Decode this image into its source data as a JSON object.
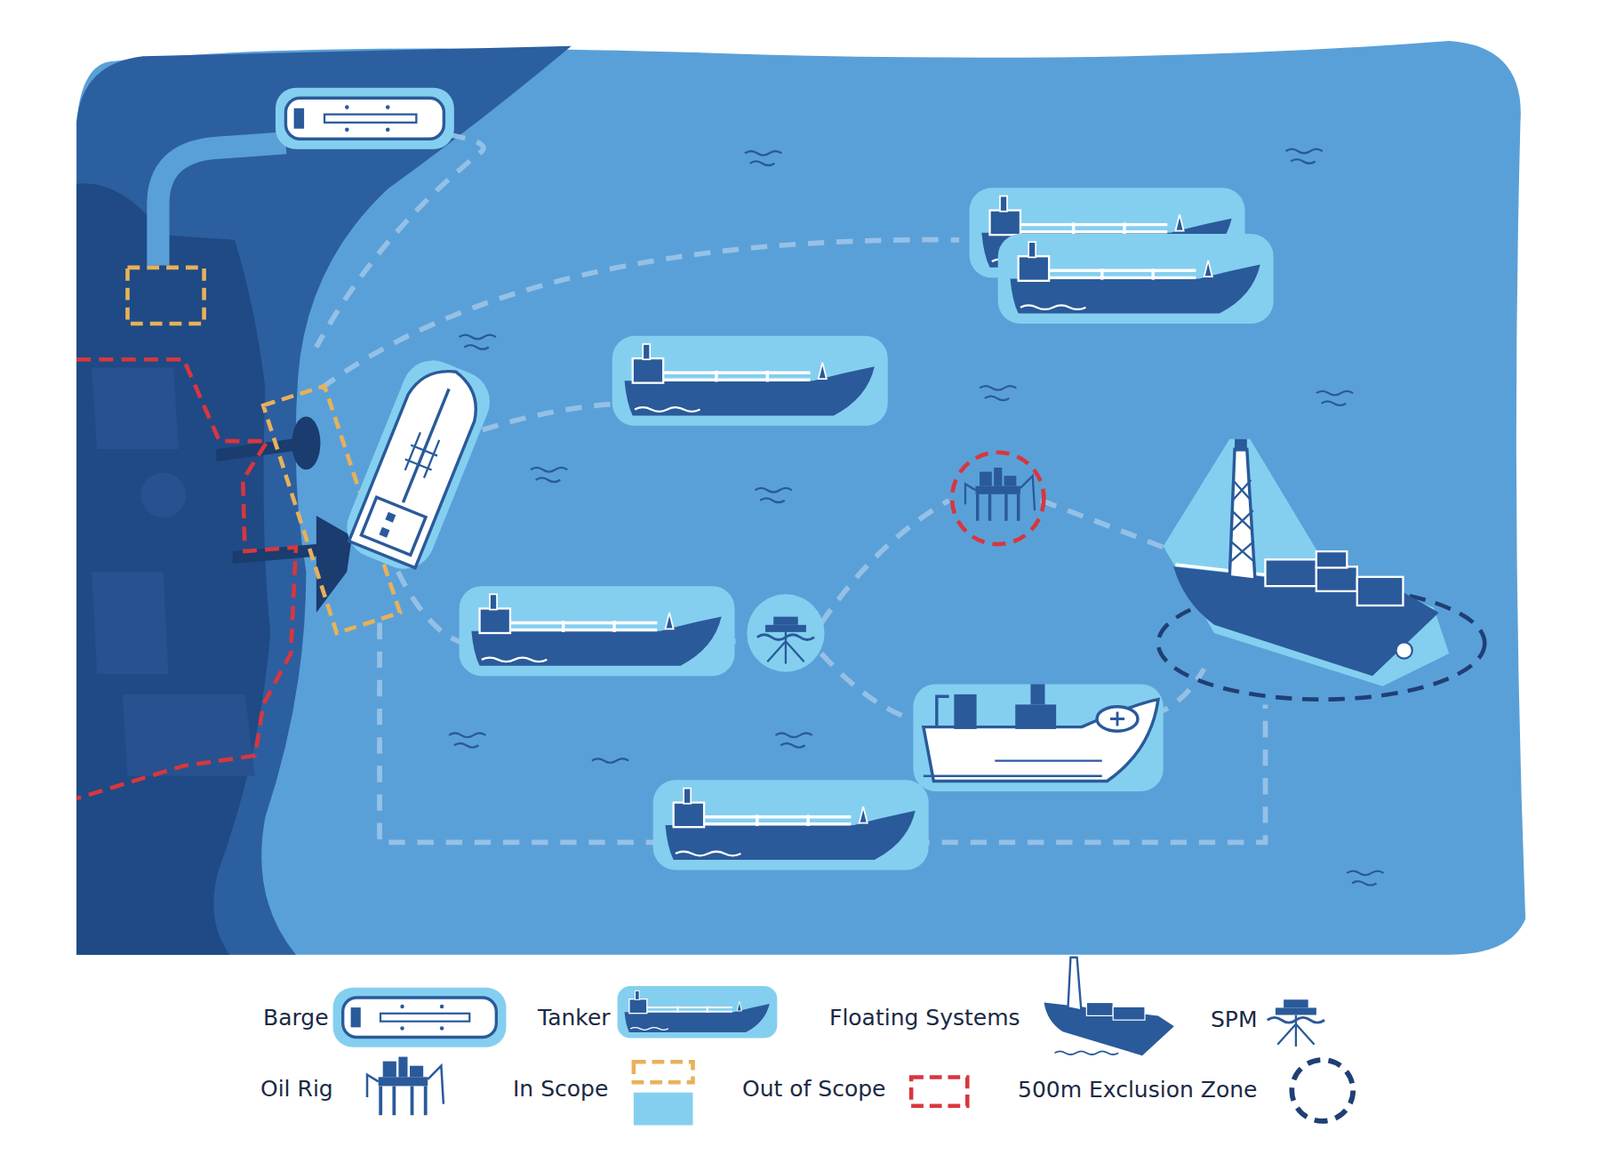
{
  "diagram": {
    "legend": [
      {
        "text": "Barge"
      },
      {
        "text": "Tanker"
      },
      {
        "text": "Floating Systems"
      },
      {
        "text": "SPM"
      },
      {
        "text": "Oil Rig"
      },
      {
        "text": "In Scope",
        "color": "#84cff0"
      },
      {
        "text": "Out of Scope"
      },
      {
        "text": "500m Exclusion Zone"
      }
    ]
  }
}
